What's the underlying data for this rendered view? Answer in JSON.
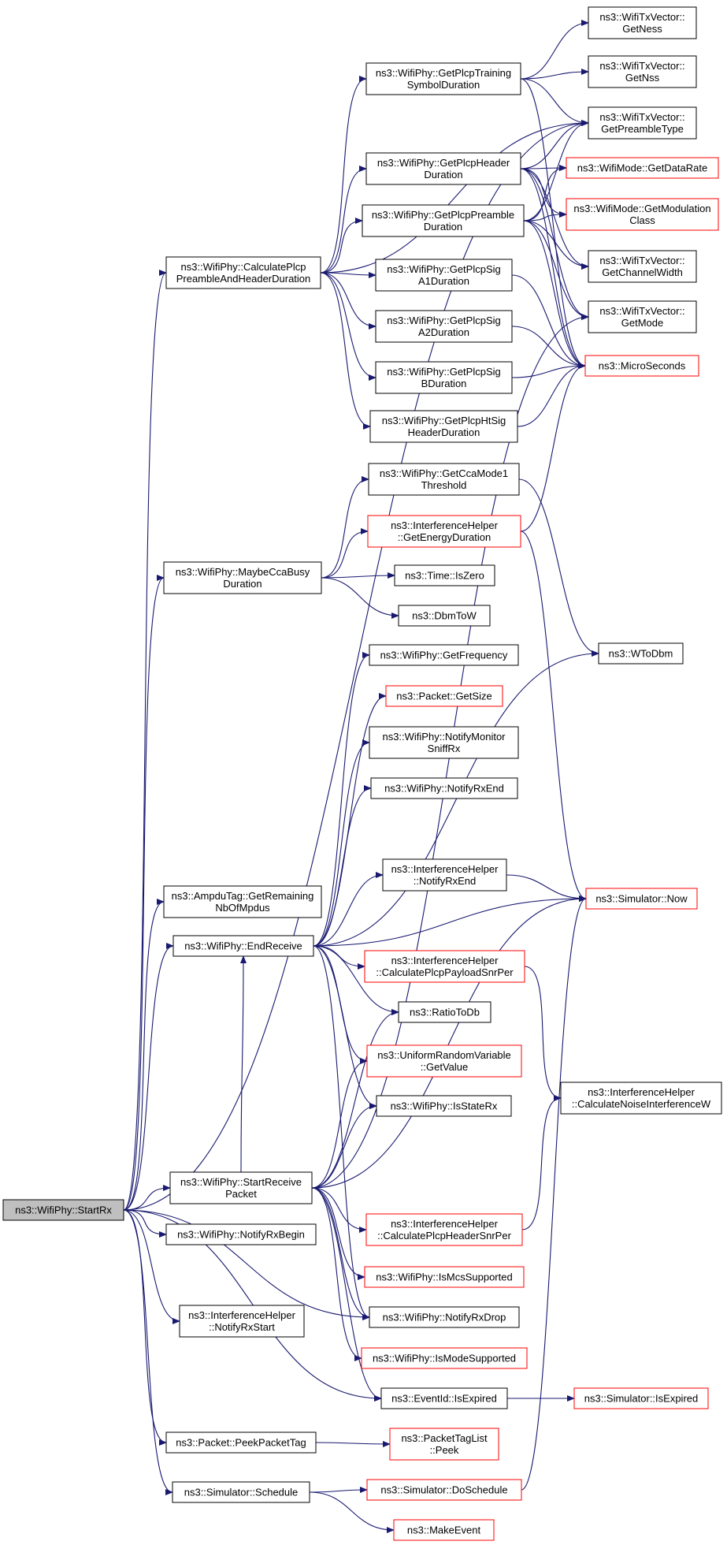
{
  "colors": {
    "edge": "#191970",
    "box_border": "#000000",
    "box_border_undocumented": "#ff0000",
    "root_fill": "#bfbfbf",
    "box_fill": "#ffffff"
  },
  "nodes": [
    {
      "id": "startrx",
      "lines": [
        "ns3::WifiPhy::StartRx"
      ],
      "border": "black",
      "root": true
    },
    {
      "id": "calcpre",
      "lines": [
        "ns3::WifiPhy::CalculatePlcp",
        "PreambleAndHeaderDuration"
      ],
      "border": "black"
    },
    {
      "id": "maybecca",
      "lines": [
        "ns3::WifiPhy::MaybeCcaBusy",
        "Duration"
      ],
      "border": "black"
    },
    {
      "id": "ampdu",
      "lines": [
        "ns3::AmpduTag::GetRemaining",
        "NbOfMpdus"
      ],
      "border": "black"
    },
    {
      "id": "endrecv",
      "lines": [
        "ns3::WifiPhy::EndReceive"
      ],
      "border": "black"
    },
    {
      "id": "startrecv",
      "lines": [
        "ns3::WifiPhy::StartReceive",
        "Packet"
      ],
      "border": "black"
    },
    {
      "id": "notifyrxbegin",
      "lines": [
        "ns3::WifiPhy::NotifyRxBegin"
      ],
      "border": "black"
    },
    {
      "id": "ihnotifyrxstart",
      "lines": [
        "ns3::InterferenceHelper",
        "::NotifyRxStart"
      ],
      "border": "black"
    },
    {
      "id": "peekpt",
      "lines": [
        "ns3::Packet::PeekPacketTag"
      ],
      "border": "black"
    },
    {
      "id": "simschedule",
      "lines": [
        "ns3::Simulator::Schedule"
      ],
      "border": "black"
    },
    {
      "id": "training",
      "lines": [
        "ns3::WifiPhy::GetPlcpTraining",
        "SymbolDuration"
      ],
      "border": "black"
    },
    {
      "id": "plcpheader",
      "lines": [
        "ns3::WifiPhy::GetPlcpHeader",
        "Duration"
      ],
      "border": "black"
    },
    {
      "id": "plcppreamble",
      "lines": [
        "ns3::WifiPhy::GetPlcpPreamble",
        "Duration"
      ],
      "border": "black"
    },
    {
      "id": "siga1",
      "lines": [
        "ns3::WifiPhy::GetPlcpSig",
        "A1Duration"
      ],
      "border": "black"
    },
    {
      "id": "siga2",
      "lines": [
        "ns3::WifiPhy::GetPlcpSig",
        "A2Duration"
      ],
      "border": "black"
    },
    {
      "id": "sigb",
      "lines": [
        "ns3::WifiPhy::GetPlcpSig",
        "BDuration"
      ],
      "border": "black"
    },
    {
      "id": "htsig",
      "lines": [
        "ns3::WifiPhy::GetPlcpHtSig",
        "HeaderDuration"
      ],
      "border": "black"
    },
    {
      "id": "ccamode",
      "lines": [
        "ns3::WifiPhy::GetCcaMode1",
        "Threshold"
      ],
      "border": "black"
    },
    {
      "id": "energydur",
      "lines": [
        "ns3::InterferenceHelper",
        "::GetEnergyDuration"
      ],
      "border": "red"
    },
    {
      "id": "iszero",
      "lines": [
        "ns3::Time::IsZero"
      ],
      "border": "black"
    },
    {
      "id": "dbmtow",
      "lines": [
        "ns3::DbmToW"
      ],
      "border": "black"
    },
    {
      "id": "getfreq",
      "lines": [
        "ns3::WifiPhy::GetFrequency"
      ],
      "border": "black"
    },
    {
      "id": "getsize",
      "lines": [
        "ns3::Packet::GetSize"
      ],
      "border": "red"
    },
    {
      "id": "monitor",
      "lines": [
        "ns3::WifiPhy::NotifyMonitor",
        "SniffRx"
      ],
      "border": "black"
    },
    {
      "id": "notifyrxend",
      "lines": [
        "ns3::WifiPhy::NotifyRxEnd"
      ],
      "border": "black"
    },
    {
      "id": "ihnotifyrxend",
      "lines": [
        "ns3::InterferenceHelper",
        "::NotifyRxEnd"
      ],
      "border": "black"
    },
    {
      "id": "payloadsnr",
      "lines": [
        "ns3::InterferenceHelper",
        "::CalculatePlcpPayloadSnrPer"
      ],
      "border": "red"
    },
    {
      "id": "ratiotodb",
      "lines": [
        "ns3::RatioToDb"
      ],
      "border": "black"
    },
    {
      "id": "uniform",
      "lines": [
        "ns3::UniformRandomVariable",
        "::GetValue"
      ],
      "border": "red"
    },
    {
      "id": "isstaterx",
      "lines": [
        "ns3::WifiPhy::IsStateRx"
      ],
      "border": "black"
    },
    {
      "id": "headersnr",
      "lines": [
        "ns3::InterferenceHelper",
        "::CalculatePlcpHeaderSnrPer"
      ],
      "border": "red"
    },
    {
      "id": "ismcs",
      "lines": [
        "ns3::WifiPhy::IsMcsSupported"
      ],
      "border": "red"
    },
    {
      "id": "notifyrxdrop",
      "lines": [
        "ns3::WifiPhy::NotifyRxDrop"
      ],
      "border": "black"
    },
    {
      "id": "ismode",
      "lines": [
        "ns3::WifiPhy::IsModeSupported"
      ],
      "border": "red"
    },
    {
      "id": "isexpired",
      "lines": [
        "ns3::EventId::IsExpired"
      ],
      "border": "black"
    },
    {
      "id": "ptlpeek",
      "lines": [
        "ns3::PacketTagList",
        "::Peek"
      ],
      "border": "red"
    },
    {
      "id": "doschedule",
      "lines": [
        "ns3::Simulator::DoSchedule"
      ],
      "border": "red"
    },
    {
      "id": "makeevent",
      "lines": [
        "ns3::MakeEvent"
      ],
      "border": "red"
    },
    {
      "id": "getness",
      "lines": [
        "ns3::WifiTxVector::",
        "GetNess"
      ],
      "border": "black"
    },
    {
      "id": "getnss",
      "lines": [
        "ns3::WifiTxVector::",
        "GetNss"
      ],
      "border": "black"
    },
    {
      "id": "getpreambletype",
      "lines": [
        "ns3::WifiTxVector::",
        "GetPreambleType"
      ],
      "border": "black"
    },
    {
      "id": "getdatarate",
      "lines": [
        "ns3::WifiMode::GetDataRate"
      ],
      "border": "red"
    },
    {
      "id": "getmodclass",
      "lines": [
        "ns3::WifiMode::GetModulation",
        "Class"
      ],
      "border": "red"
    },
    {
      "id": "getchanwidth",
      "lines": [
        "ns3::WifiTxVector::",
        "GetChannelWidth"
      ],
      "border": "black"
    },
    {
      "id": "getmode",
      "lines": [
        "ns3::WifiTxVector::",
        "GetMode"
      ],
      "border": "black"
    },
    {
      "id": "microseconds",
      "lines": [
        "ns3::MicroSeconds"
      ],
      "border": "red"
    },
    {
      "id": "wtodbm",
      "lines": [
        "ns3::WToDbm"
      ],
      "border": "black"
    },
    {
      "id": "simnow",
      "lines": [
        "ns3::Simulator::Now"
      ],
      "border": "red"
    },
    {
      "id": "noiseinterf",
      "lines": [
        "ns3::InterferenceHelper",
        "::CalculateNoiseInterferenceW"
      ],
      "border": "black"
    },
    {
      "id": "simisexpired",
      "lines": [
        "ns3::Simulator::IsExpired"
      ],
      "border": "red"
    }
  ],
  "edges": [
    [
      "startrx",
      "calcpre"
    ],
    [
      "startrx",
      "maybecca"
    ],
    [
      "startrx",
      "ampdu"
    ],
    [
      "startrx",
      "endrecv"
    ],
    [
      "startrx",
      "startrecv"
    ],
    [
      "startrx",
      "notifyrxbegin"
    ],
    [
      "startrx",
      "ihnotifyrxstart"
    ],
    [
      "startrx",
      "peekpt"
    ],
    [
      "startrx",
      "simschedule"
    ],
    [
      "startrx",
      "getpreambletype"
    ],
    [
      "startrx",
      "notifyrxdrop"
    ],
    [
      "startrx",
      "isexpired"
    ],
    [
      "calcpre",
      "training"
    ],
    [
      "calcpre",
      "plcpheader"
    ],
    [
      "calcpre",
      "plcppreamble"
    ],
    [
      "calcpre",
      "siga1"
    ],
    [
      "calcpre",
      "siga2"
    ],
    [
      "calcpre",
      "sigb"
    ],
    [
      "calcpre",
      "htsig"
    ],
    [
      "calcpre",
      "getpreambletype"
    ],
    [
      "training",
      "getness"
    ],
    [
      "training",
      "getnss"
    ],
    [
      "training",
      "getpreambletype"
    ],
    [
      "training",
      "microseconds"
    ],
    [
      "plcpheader",
      "getpreambletype"
    ],
    [
      "plcpheader",
      "getdatarate"
    ],
    [
      "plcpheader",
      "getmodclass"
    ],
    [
      "plcpheader",
      "getchanwidth"
    ],
    [
      "plcpheader",
      "getmode"
    ],
    [
      "plcpheader",
      "microseconds"
    ],
    [
      "plcppreamble",
      "getpreambletype"
    ],
    [
      "plcppreamble",
      "getdatarate"
    ],
    [
      "plcppreamble",
      "getmodclass"
    ],
    [
      "plcppreamble",
      "getchanwidth"
    ],
    [
      "plcppreamble",
      "getmode"
    ],
    [
      "plcppreamble",
      "microseconds"
    ],
    [
      "siga1",
      "microseconds"
    ],
    [
      "siga2",
      "microseconds"
    ],
    [
      "sigb",
      "microseconds"
    ],
    [
      "htsig",
      "microseconds"
    ],
    [
      "maybecca",
      "ccamode"
    ],
    [
      "maybecca",
      "energydur"
    ],
    [
      "maybecca",
      "iszero"
    ],
    [
      "maybecca",
      "dbmtow"
    ],
    [
      "ccamode",
      "wtodbm"
    ],
    [
      "energydur",
      "microseconds"
    ],
    [
      "energydur",
      "simnow"
    ],
    [
      "endrecv",
      "getfreq"
    ],
    [
      "endrecv",
      "getsize"
    ],
    [
      "endrecv",
      "monitor"
    ],
    [
      "endrecv",
      "notifyrxend"
    ],
    [
      "endrecv",
      "wtodbm"
    ],
    [
      "endrecv",
      "ihnotifyrxend"
    ],
    [
      "endrecv",
      "simnow"
    ],
    [
      "endrecv",
      "payloadsnr"
    ],
    [
      "endrecv",
      "ratiotodb"
    ],
    [
      "endrecv",
      "uniform"
    ],
    [
      "endrecv",
      "isstaterx"
    ],
    [
      "endrecv",
      "notifyrxdrop"
    ],
    [
      "ihnotifyrxend",
      "simnow"
    ],
    [
      "payloadsnr",
      "noiseinterf"
    ],
    [
      "startrecv",
      "ratiotodb"
    ],
    [
      "startrecv",
      "uniform"
    ],
    [
      "startrecv",
      "isstaterx"
    ],
    [
      "startrecv",
      "getmode"
    ],
    [
      "startrecv",
      "simnow"
    ],
    [
      "startrecv",
      "headersnr"
    ],
    [
      "startrecv",
      "ismcs"
    ],
    [
      "startrecv",
      "notifyrxdrop"
    ],
    [
      "startrecv",
      "ismode"
    ],
    [
      "startrecv",
      "isexpired"
    ],
    [
      "startrecv",
      "endrecv"
    ],
    [
      "headersnr",
      "noiseinterf"
    ],
    [
      "isexpired",
      "simisexpired"
    ],
    [
      "peekpt",
      "ptlpeek"
    ],
    [
      "simschedule",
      "doschedule"
    ],
    [
      "simschedule",
      "makeevent"
    ],
    [
      "doschedule",
      "simnow"
    ]
  ]
}
